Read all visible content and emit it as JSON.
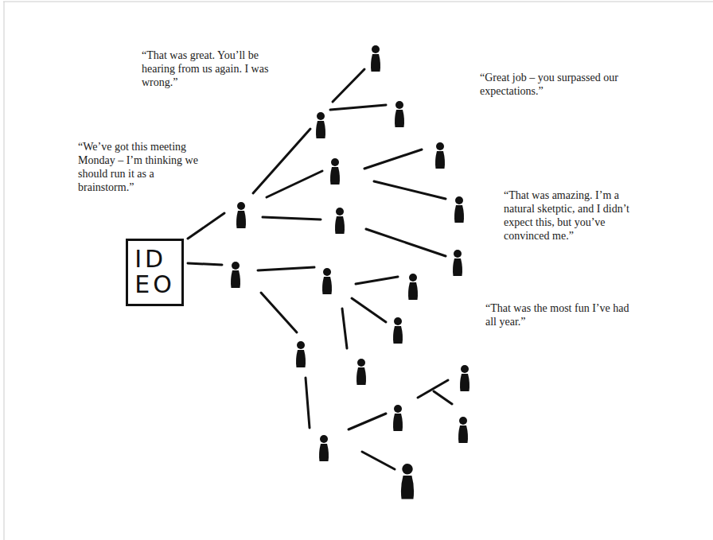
{
  "diagram": {
    "nodes": [
      {
        "text": [
          "ID EO"
        ]
      }
    ],
    "labels": [
      "“That was great. You’ll be hearing from us again. I was wrong.”",
      "“Great job – you surpassed our expectations.”",
      "“We’ve got this meeting Monday – I’m thinking we should run it as a brainstorm.”",
      "“That was amazing. I’m a natural sketptic, and I didn’t expect this, but you’ve convinced me.”",
      "“That was the most fun I’ve had all year.”"
    ]
  }
}
